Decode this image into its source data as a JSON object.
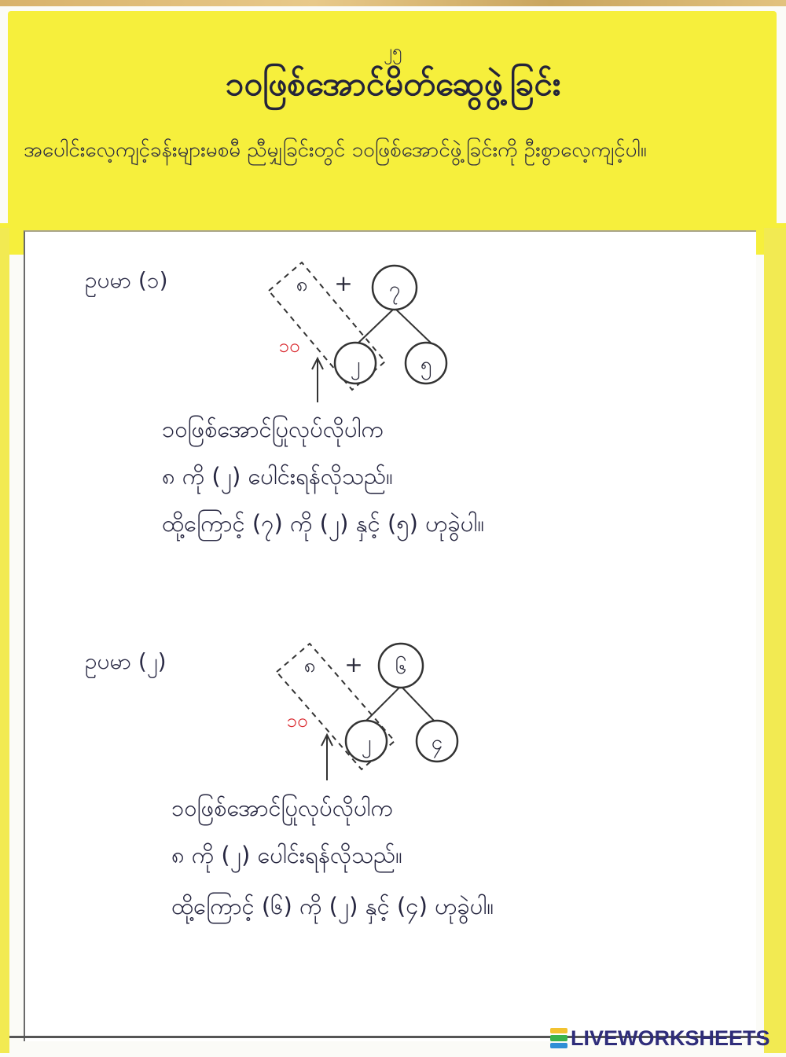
{
  "page_number": "၂၅",
  "title": "၁၀ဖြစ်အောင်မိတ်ဆွေဖွဲ့ခြင်း",
  "instruction": "အပေါင်းလေ့ကျင့်ခန်းများမစမီ ညီမျှခြင်းတွင် ၁၀ဖြစ်အောင်ဖွဲ့ခြင်းကို ဦးစွာလေ့ကျင့်ပါ။",
  "examples": [
    {
      "label": "ဥပမာ (၁)",
      "first_addend": "၈",
      "plus": "+",
      "second_addend": "၇",
      "part_a": "၂",
      "part_b": "၅",
      "ten_label": "၁၀",
      "lines": [
        "၁၀ဖြစ်အောင်ပြုလုပ်လိုပါက",
        "၈ ကို (၂) ပေါင်းရန်လိုသည်။",
        "ထို့ကြောင့် (၇) ကို (၂) နှင့် (၅) ဟုခွဲပါ။"
      ]
    },
    {
      "label": "ဥပမာ (၂)",
      "first_addend": "၈",
      "plus": "+",
      "second_addend": "၆",
      "part_a": "၂",
      "part_b": "၄",
      "ten_label": "၁၀",
      "lines": [
        "၁၀ဖြစ်အောင်ပြုလုပ်လိုပါက",
        "၈ ကို (၂) ပေါင်းရန်လိုသည်။",
        "ထို့ကြောင့် (၆) ကို (၂) နှင့် (၄) ဟုခွဲပါ။"
      ]
    }
  ],
  "brand": {
    "text": "LIVEWORKSHEETS",
    "colors": [
      "#f2c230",
      "#3bb34a",
      "#2f8fd6"
    ]
  },
  "colors": {
    "header_yellow": "#f6ef3c",
    "ten_red": "#d9262c",
    "ink": "#2a2a3a"
  }
}
